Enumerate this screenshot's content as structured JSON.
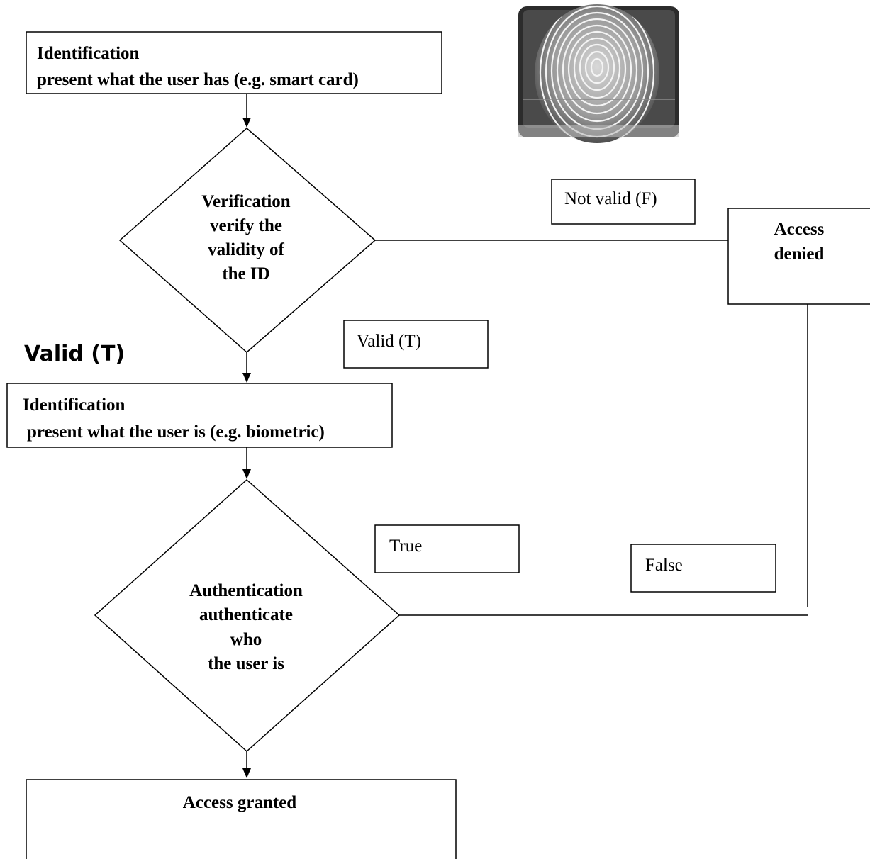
{
  "nodes": {
    "identification_1": {
      "line1": "Identification",
      "line2": "present what the user has (e.g. smart card)"
    },
    "verification": {
      "lines": [
        "Verification",
        "verify the",
        "validity of",
        "the ID"
      ]
    },
    "access_denied": {
      "lines": [
        "Access",
        "denied"
      ]
    },
    "identification_2": {
      "line1": "Identification",
      "line2": "present what the user is (e.g. biometric)"
    },
    "authentication": {
      "lines": [
        "Authentication",
        "authenticate",
        "who",
        "the user is"
      ]
    },
    "access_granted": {
      "label": "Access granted"
    }
  },
  "labels": {
    "not_valid": "Not valid (F)",
    "valid_box": "Valid (T)",
    "valid_side": "Valid (T)",
    "false": "False",
    "true": "True"
  },
  "image": {
    "icon": "fingerprint-icon"
  }
}
